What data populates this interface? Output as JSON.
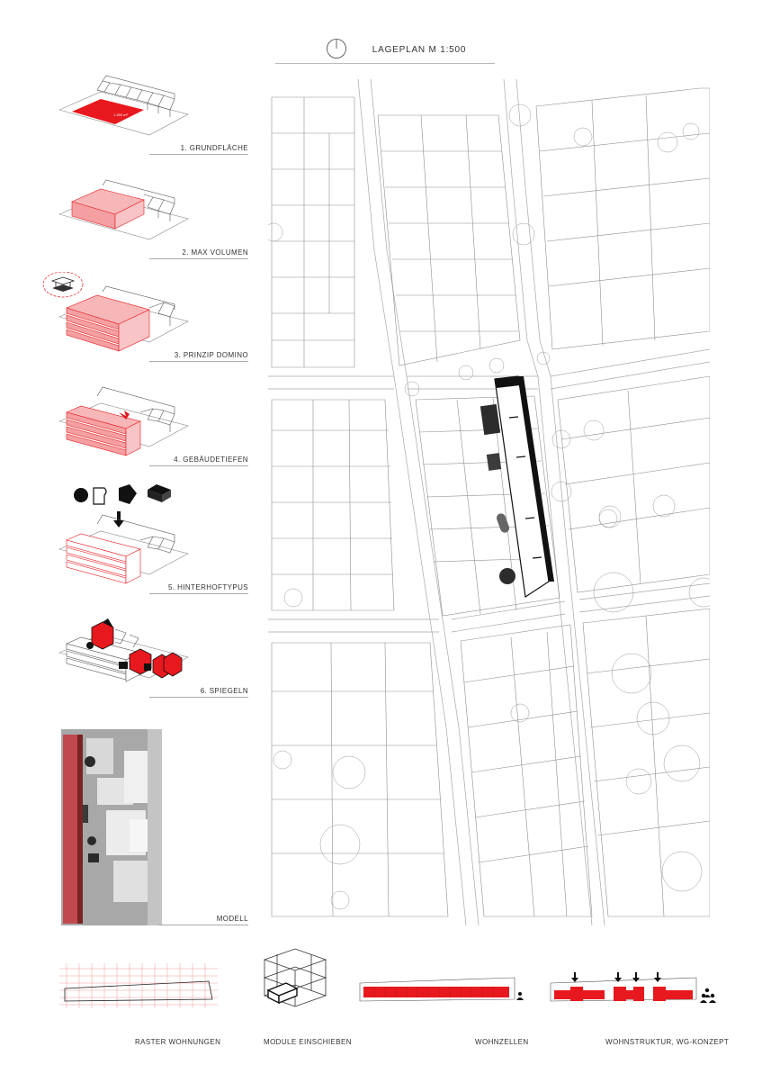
{
  "title": "LAGEPLAN M 1:500",
  "steps": [
    {
      "label": "1. GRUNDFLÄCHE",
      "area": "1.250 m²"
    },
    {
      "label": "2. MAX VOLUMEN"
    },
    {
      "label": "3. PRINZIP DOMINO"
    },
    {
      "label": "4. GEBÄUDETIEFEN"
    },
    {
      "label": "5. HINTERHOFTYPUS"
    },
    {
      "label": "6. SPIEGELN"
    },
    {
      "label": "MODELL"
    }
  ],
  "bottom": [
    {
      "label": "RASTER WOHNUNGEN"
    },
    {
      "label": "MODULE EINSCHIEBEN"
    },
    {
      "label": "WOHNZELLEN"
    },
    {
      "label": "WOHNSTRUKTUR, WG-KONZEPT"
    }
  ],
  "colors": {
    "accent": "#e8191e",
    "accent_light": "#f7b7b8",
    "line": "#555555",
    "map_line": "#9a9a9a"
  }
}
